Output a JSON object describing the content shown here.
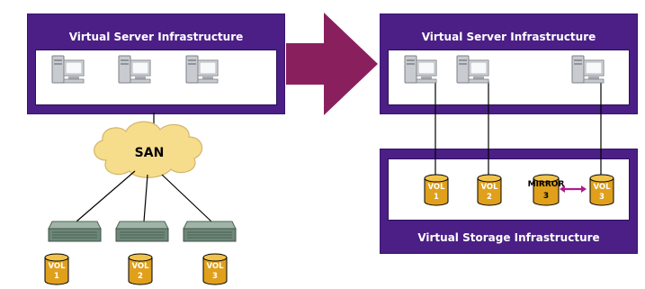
{
  "left_panel": {
    "title": "Virtual Server Infrastructure"
  },
  "right_panel": {
    "title": "Virtual Server Infrastructure"
  },
  "storage_panel": {
    "title": "Virtual Storage Infrastructure"
  },
  "san": {
    "label": "SAN"
  },
  "volumes_left": [
    {
      "label": "VOL",
      "number": "1"
    },
    {
      "label": "VOL",
      "number": "2"
    },
    {
      "label": "VOL",
      "number": "3"
    }
  ],
  "volumes_right": [
    {
      "label": "VOL",
      "number": "1"
    },
    {
      "label": "VOL",
      "number": "2"
    },
    {
      "label": "MIRROR",
      "number": "3"
    },
    {
      "label": "VOL",
      "number": "3"
    }
  ],
  "colors": {
    "panel": "#4b1f86",
    "arrow": "#8a1f5e",
    "cloud": "#f5dd8c",
    "volume": "#e0a01c",
    "mirror_link": "#b01b8e"
  },
  "icons": [
    "server-icon",
    "storage-drive-icon",
    "volume-cylinder-icon",
    "cloud-icon",
    "right-arrow-icon"
  ]
}
